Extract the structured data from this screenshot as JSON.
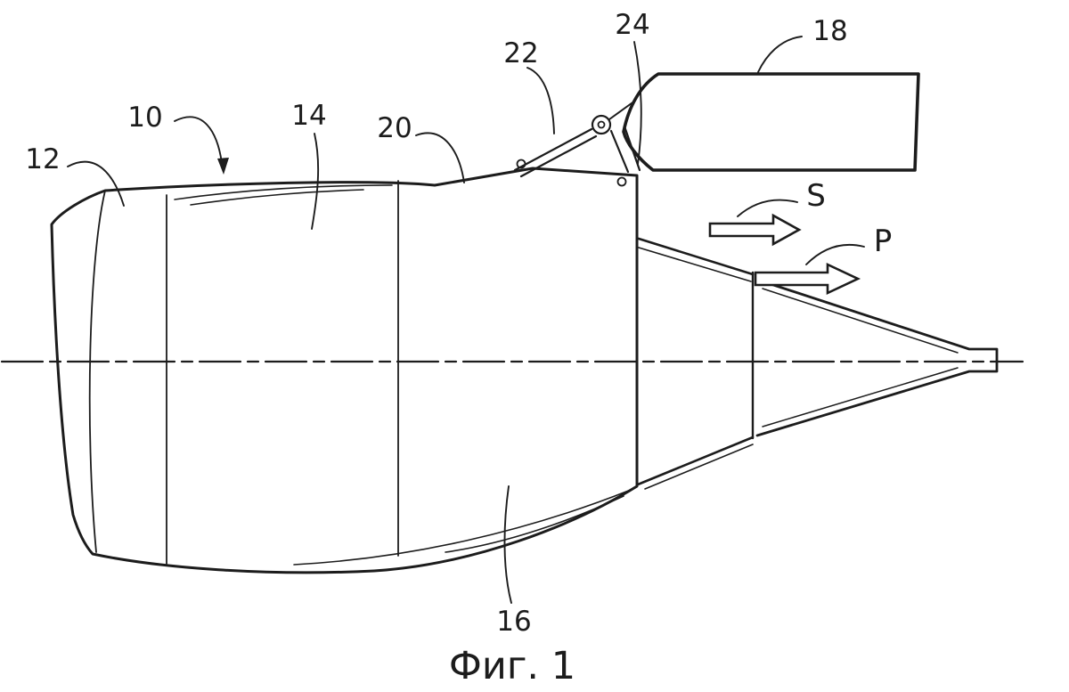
{
  "figure": {
    "caption": "Фиг. 1",
    "reference_numerals": {
      "n10": "10",
      "n12": "12",
      "n14": "14",
      "n16": "16",
      "n18": "18",
      "n20": "20",
      "n22": "22",
      "n24": "24"
    },
    "flow_labels": {
      "secondary": "S",
      "primary": "P"
    },
    "colors": {
      "line": "#1c1c1c",
      "background": "#ffffff"
    }
  }
}
